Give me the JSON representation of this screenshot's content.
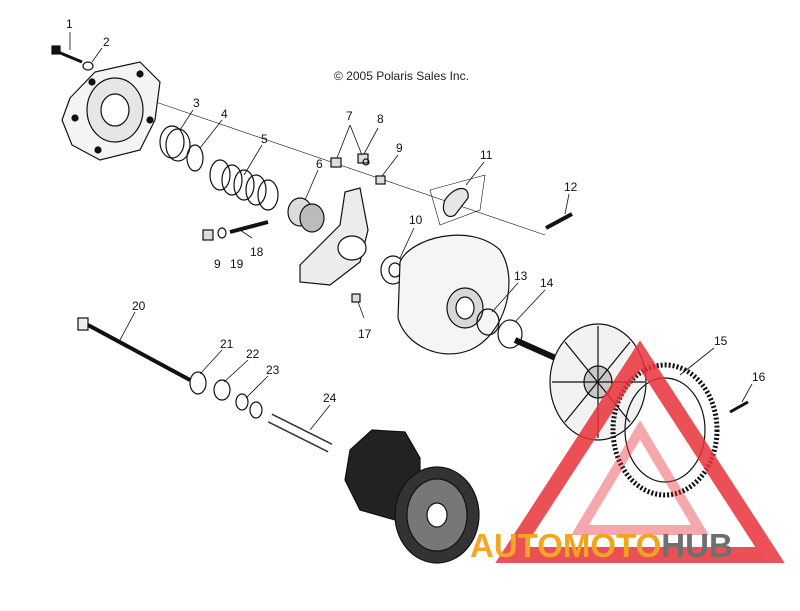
{
  "copyright": "© 2005 Polaris Sales Inc.",
  "callouts": [
    {
      "id": "1",
      "label": "1"
    },
    {
      "id": "2",
      "label": "2"
    },
    {
      "id": "3",
      "label": "3"
    },
    {
      "id": "4",
      "label": "4"
    },
    {
      "id": "5",
      "label": "5"
    },
    {
      "id": "6",
      "label": "6"
    },
    {
      "id": "7",
      "label": "7"
    },
    {
      "id": "8",
      "label": "8"
    },
    {
      "id": "9a",
      "label": "9"
    },
    {
      "id": "9b",
      "label": "9"
    },
    {
      "id": "10",
      "label": "10"
    },
    {
      "id": "11",
      "label": "11"
    },
    {
      "id": "12",
      "label": "12"
    },
    {
      "id": "13",
      "label": "13"
    },
    {
      "id": "14",
      "label": "14"
    },
    {
      "id": "15",
      "label": "15"
    },
    {
      "id": "16",
      "label": "16"
    },
    {
      "id": "17",
      "label": "17"
    },
    {
      "id": "18",
      "label": "18"
    },
    {
      "id": "19",
      "label": "19"
    },
    {
      "id": "20",
      "label": "20"
    },
    {
      "id": "21",
      "label": "21"
    },
    {
      "id": "22",
      "label": "22"
    },
    {
      "id": "23",
      "label": "23"
    },
    {
      "id": "24",
      "label": "24"
    }
  ],
  "watermark": {
    "part1": "AUTO",
    "part2": "MOTO",
    "part3": "HUB",
    "colors": {
      "triangle": "#e8323a",
      "auto": "#f5a623",
      "hub": "#6f6f6f"
    }
  }
}
